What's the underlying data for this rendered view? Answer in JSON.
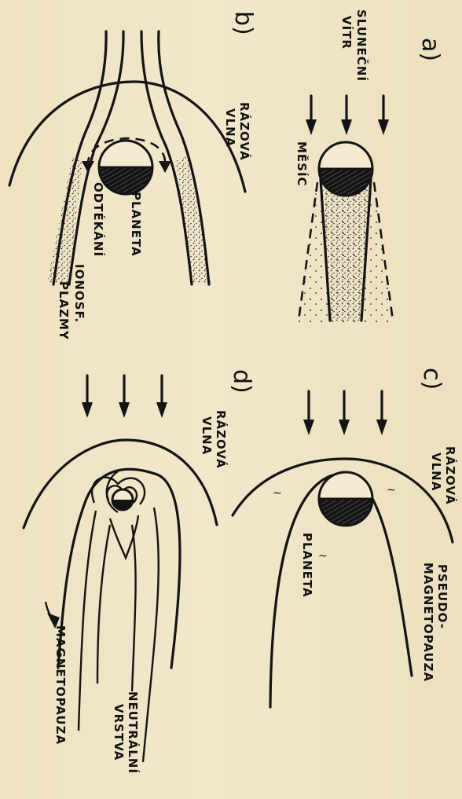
{
  "panels": {
    "a": {
      "label": "a)",
      "wind_label_1": "SLUNEČNÍ",
      "wind_label_2": "VÍTR",
      "body_label": "MĚSÍC"
    },
    "b": {
      "label": "b)",
      "shock_label_1": "RÁZOVÁ",
      "shock_label_2": "VLNA",
      "body_label": "PLANETA",
      "outflow_label_1": "ODTÉKÁNÍ",
      "outflow_label_2": "IONOSF.",
      "outflow_label_3": "PLAZMY"
    },
    "c": {
      "label": "c)",
      "shock_label_1": "RÁZOVÁ",
      "shock_label_2": "VLNA",
      "body_label": "PLANETA",
      "boundary_label_1": "PSEUDO-",
      "boundary_label_2": "MAGNETOPAUZA"
    },
    "d": {
      "label": "d)",
      "shock_label_1": "RÁZOVÁ",
      "shock_label_2": "VLNA",
      "boundary_label": "MAGNETOPAUZA",
      "sheet_label_1": "NEUTRÁLNÍ",
      "sheet_label_2": "VRSTVA"
    }
  },
  "colors": {
    "paper": "#efe4c6",
    "ink": "#141414",
    "stipple": "#2a2a2a"
  }
}
